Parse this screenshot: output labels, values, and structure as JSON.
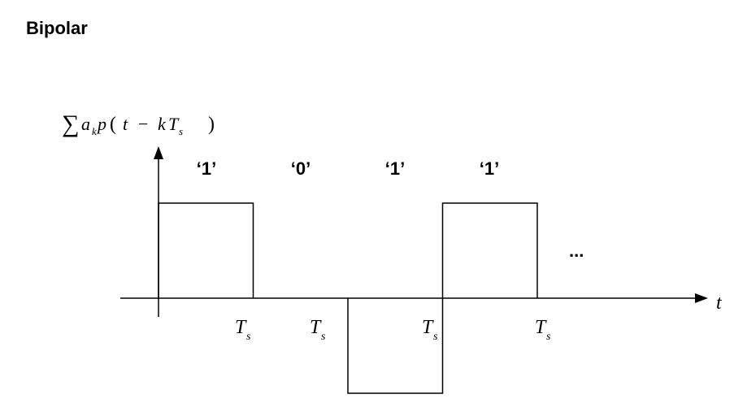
{
  "title": "Bipolar",
  "y_axis_label": {
    "sum": "∑",
    "a": "a",
    "k_sub": "k",
    "p": "p",
    "open": "(",
    "t": "t",
    "minus": "−",
    "k": "k",
    "T": "T",
    "s_sub": "s",
    "close": ")"
  },
  "x_axis_label": "t",
  "bits": [
    "‘1’",
    "‘0’",
    "‘1’",
    "‘1’"
  ],
  "tick_labels": [
    {
      "T": "T",
      "sub": "s"
    },
    {
      "T": "T",
      "sub": "s"
    },
    {
      "T": "T",
      "sub": "s"
    },
    {
      "T": "T",
      "sub": "s"
    }
  ],
  "continuation": "...",
  "signal": {
    "levels": [
      1,
      0,
      -1,
      1
    ],
    "line_color": "#000000"
  }
}
